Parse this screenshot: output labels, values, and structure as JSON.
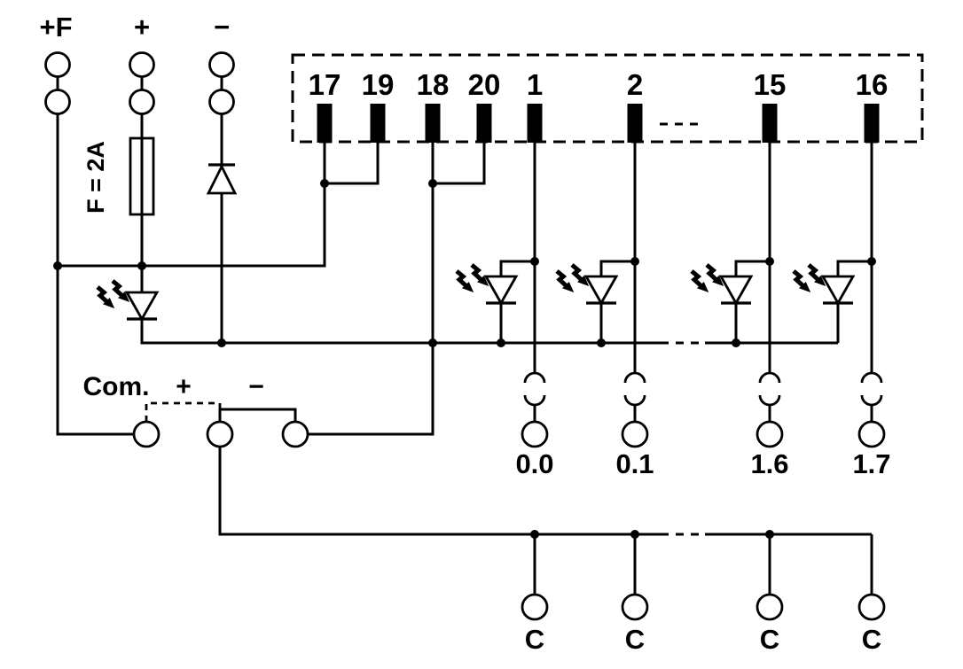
{
  "colors": {
    "line": "#000000",
    "background": "#ffffff"
  },
  "power_inputs": {
    "field_plus_label": "+F",
    "plus_label": "+",
    "minus_label": "−",
    "fuse_label": "F = 2A"
  },
  "connector": {
    "pins": [
      "17",
      "19",
      "18",
      "20",
      "1",
      "2",
      "15",
      "16"
    ],
    "continuation_dashes": "----"
  },
  "common_terminals": {
    "com_label": "Com.",
    "plus_label": "+",
    "minus_label": "−"
  },
  "output_channels": [
    {
      "pin": "1",
      "label": "0.0"
    },
    {
      "pin": "2",
      "label": "0.1"
    },
    {
      "pin": "15",
      "label": "1.6"
    },
    {
      "pin": "16",
      "label": "1.7"
    }
  ],
  "common_outputs": [
    "C",
    "C",
    "C",
    "C"
  ]
}
